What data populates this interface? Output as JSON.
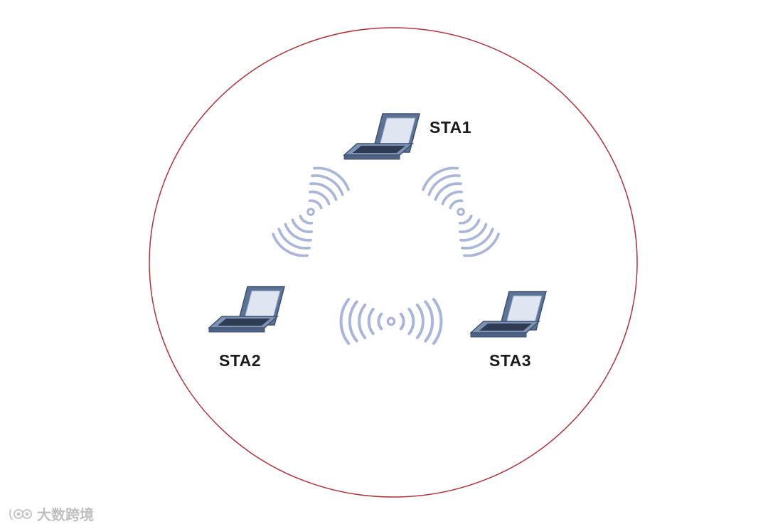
{
  "diagram": {
    "stations": [
      {
        "id": "sta1",
        "label": "STA1"
      },
      {
        "id": "sta2",
        "label": "STA2"
      },
      {
        "id": "sta3",
        "label": "STA3"
      }
    ]
  },
  "colors": {
    "boundary": "#b0343a",
    "signal": "#a7b3d9",
    "laptop_body": "#6f86a8",
    "laptop_screen": "#dfe6f2"
  },
  "icons": [
    "laptop-icon",
    "wireless-signal-icon",
    "watermark-logo-icon"
  ],
  "watermark": {
    "text": "大数跨境"
  }
}
